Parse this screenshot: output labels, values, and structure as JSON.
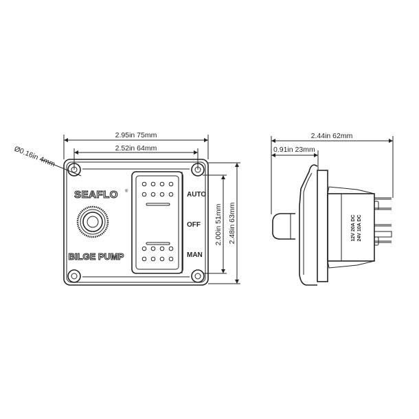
{
  "front_view": {
    "width_dim": "2.95in 75mm",
    "hole_spacing_dim": "2.52in 64mm",
    "hole_diameter_dim": "Ø0.16in 4mm",
    "inner_height_dim": "2.00in 51mm",
    "height_dim": "2.48in 63mm",
    "brand": "SEAFLO",
    "brand_mark": "®",
    "panel_label": "BILGE PUMP",
    "positions": [
      "AUTO",
      "OFF",
      "MAN"
    ]
  },
  "side_view": {
    "depth_dim": "2.44in 62mm",
    "front_depth_dim": "0.91in 23mm",
    "rating_lines": [
      "12V 20A DC",
      "24V 10A DC"
    ]
  }
}
